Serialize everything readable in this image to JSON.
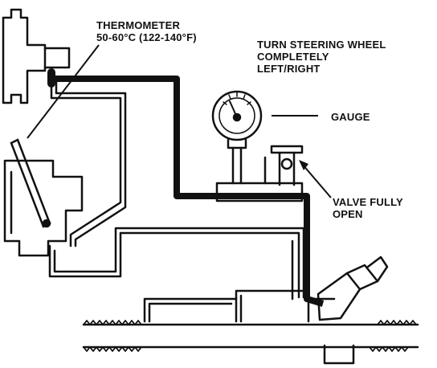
{
  "labels": {
    "thermometer": [
      "THERMOMETER",
      "50-60°C (122-140°F)"
    ],
    "steering": [
      "TURN STEERING WHEEL",
      "COMPLETELY",
      "LEFT/RIGHT"
    ],
    "gauge": "GAUGE",
    "valve": [
      "VALVE FULLY",
      "OPEN"
    ]
  },
  "colors": {
    "ink": "#111111",
    "paper": "#ffffff"
  },
  "icons": [
    "thermometer-icon",
    "pressure-gauge-icon",
    "valve-handle-icon",
    "reservoir-icon",
    "pump-icon",
    "steering-gear-icon"
  ]
}
